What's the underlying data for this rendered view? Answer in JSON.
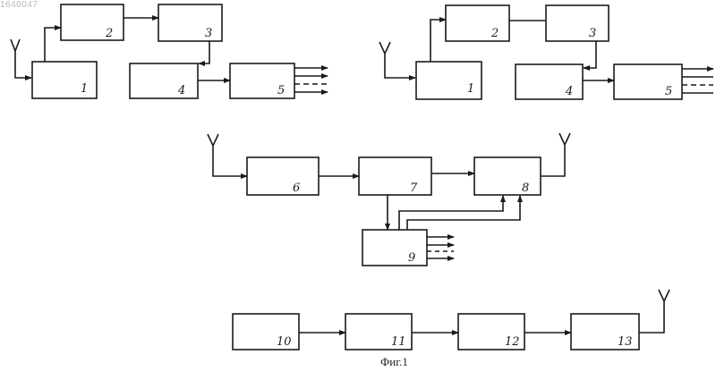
{
  "doc_id": "1640047",
  "caption": "Фиг.1",
  "blocks": {
    "b1": "1",
    "b2": "2",
    "b3": "3",
    "b4": "4",
    "b5": "5",
    "c1": "1",
    "c2": "2",
    "c3": "3",
    "c4": "4",
    "c5": "5",
    "b6": "6",
    "b7": "7",
    "b8": "8",
    "b9": "9",
    "b10": "10",
    "b11": "11",
    "b12": "12",
    "b13": "13"
  },
  "style": {
    "line_color": "#1a1a1a",
    "background": "#ffffff"
  }
}
